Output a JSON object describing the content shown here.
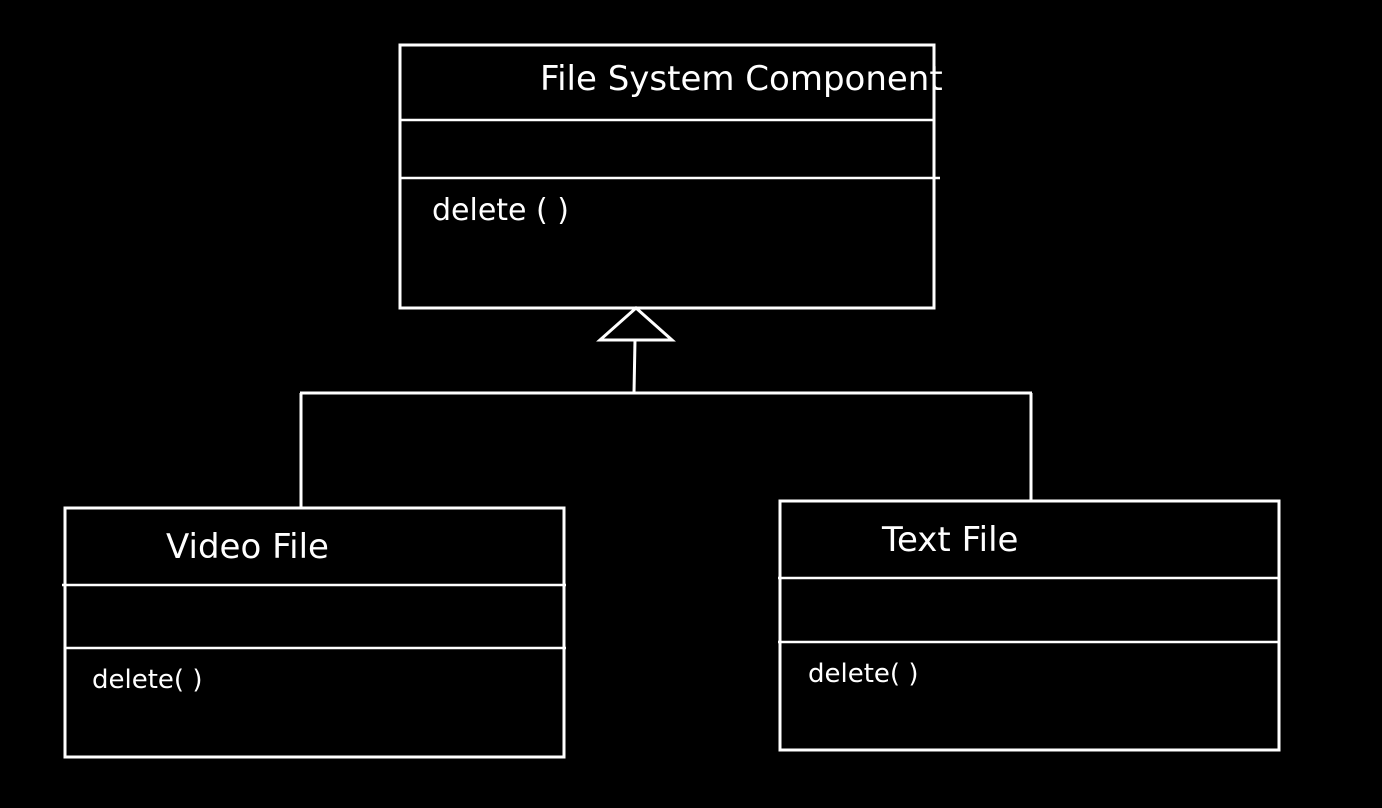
{
  "classes": {
    "parent": {
      "name": "File System Component",
      "attributes": "",
      "method": "delete ( )"
    },
    "left_child": {
      "name": "Video File",
      "attributes": "",
      "method": "delete( )"
    },
    "right_child": {
      "name": "Text File",
      "attributes": "",
      "method": "delete( )"
    }
  },
  "relationship": {
    "type": "generalization",
    "arrow": "hollow-triangle"
  },
  "colors": {
    "background": "#000000",
    "stroke": "#ffffff",
    "text": "#ffffff"
  }
}
